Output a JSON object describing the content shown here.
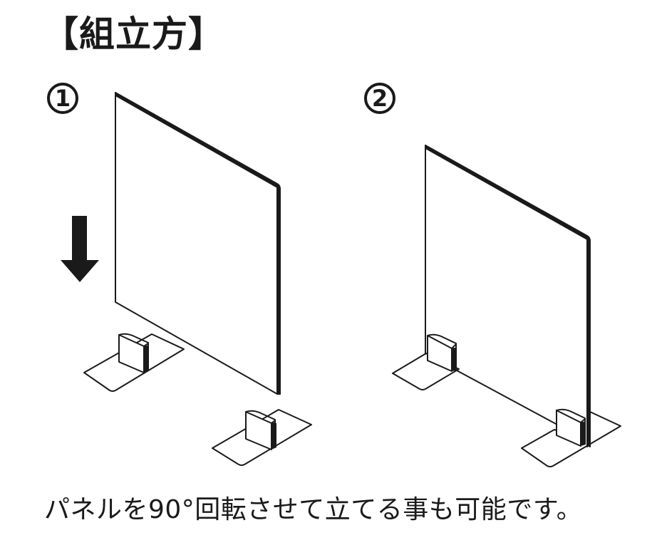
{
  "title": "【組立方】",
  "steps": [
    {
      "label": "1"
    },
    {
      "label": "2"
    }
  ],
  "caption": "パネルを90°回転させて立てる事も可能です。",
  "icons": {
    "arrow": "down-arrow-icon"
  },
  "colors": {
    "line": "#1a1a1a",
    "background": "#ffffff"
  }
}
